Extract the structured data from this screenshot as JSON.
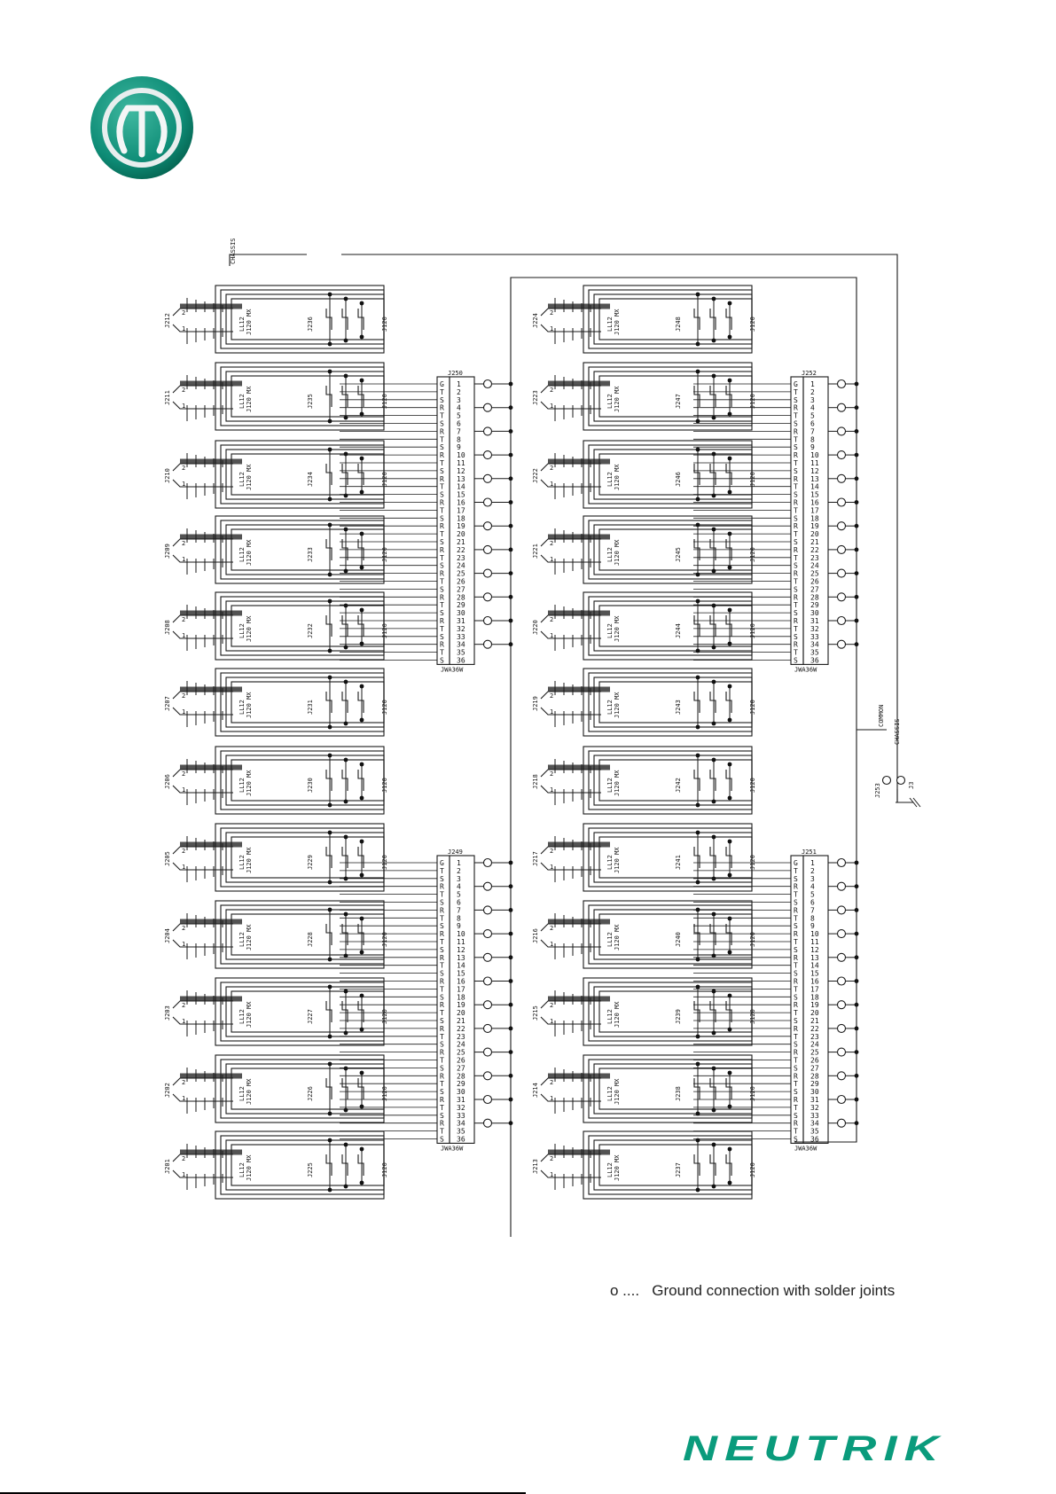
{
  "document": {
    "brand_name": "NEUTRIK",
    "brand_color": "#0a9b7c",
    "logo_color": "#0e8c76",
    "legend_text": "o ....   Ground connection with solder joints"
  },
  "schematic": {
    "labels": {
      "chassis_top": "CHASSIS",
      "common": "COMMON",
      "chassis_right": "CHASSIS",
      "j253": "J253",
      "j3": "J3"
    },
    "connectors": [
      {
        "id": "J250",
        "footer": "JWA36W",
        "side": "left-top"
      },
      {
        "id": "J249",
        "footer": "JWA36W",
        "side": "left-bottom"
      },
      {
        "id": "J252",
        "footer": "JWA36W",
        "side": "right-top"
      },
      {
        "id": "J251",
        "footer": "JWA36W",
        "side": "right-bottom"
      }
    ],
    "pin_signals": [
      "G",
      "T",
      "S",
      "R",
      "T",
      "S",
      "R",
      "T",
      "S",
      "R",
      "T",
      "S",
      "R",
      "T",
      "S",
      "R",
      "T",
      "S",
      "R",
      "T",
      "S",
      "R",
      "T",
      "S",
      "R",
      "T",
      "S",
      "R",
      "T",
      "S",
      "R",
      "T",
      "S",
      "R",
      "T",
      "S"
    ],
    "pin_count": 36,
    "left_jacks": [
      "J212",
      "J211",
      "J210",
      "J209",
      "J208",
      "J207",
      "J206",
      "J205",
      "J204",
      "J203",
      "J202",
      "J201"
    ],
    "left_mid_labels": [
      "J236",
      "J235",
      "J234",
      "J233",
      "J232",
      "J231",
      "J230",
      "J229",
      "J228",
      "J227",
      "J226",
      "J225"
    ],
    "right_jacks": [
      "J224",
      "J223",
      "J222",
      "J221",
      "J220",
      "J219",
      "J218",
      "J217",
      "J216",
      "J215",
      "J214",
      "J213"
    ],
    "right_mid_labels": [
      "J248",
      "J247",
      "J246",
      "J245",
      "J244",
      "J243",
      "J242",
      "J241",
      "J240",
      "J239",
      "J238",
      "J237"
    ],
    "jack_part": "LL12",
    "jack_subpart": "J120 MX",
    "mid_part": "J120"
  }
}
